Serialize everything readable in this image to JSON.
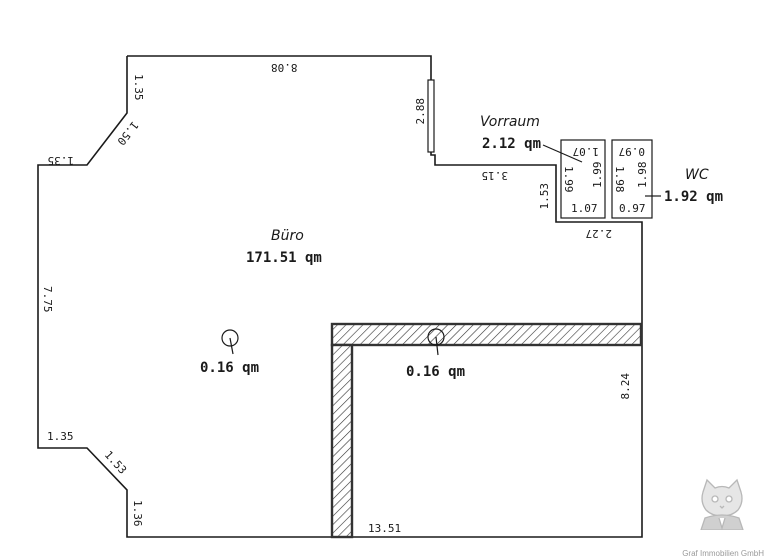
{
  "rooms": {
    "buero": {
      "name": "Büro",
      "area": "171.51 qm"
    },
    "vorraum": {
      "name": "Vorraum",
      "area": "2.12 qm"
    },
    "wc": {
      "name": "WC",
      "area": "1.92 qm"
    }
  },
  "columns": [
    {
      "area": "0.16 qm"
    },
    {
      "area": "0.16 qm"
    }
  ],
  "dimensions": {
    "top": "8.08",
    "upper_left_vertical": "1.35",
    "upper_left_diagonal": "1.50",
    "upper_left_horizontal": "1.35",
    "left": "7.75",
    "lower_left_horizontal": "1.35",
    "lower_left_diagonal": "1.53",
    "lower_left_vertical": "1.36",
    "bottom": "13.51",
    "right": "8.24",
    "window": "2.88",
    "vorraum_wall": "3.15",
    "step_vertical": "1.53",
    "under_rooms": "2.27",
    "vorraum_top": "1.07",
    "vorraum_left": "1.99",
    "vorraum_right": "1.99",
    "vorraum_bottom": "1.07",
    "wc_top": "0.97",
    "wc_left": "1.98",
    "wc_right": "1.98",
    "wc_bottom": "0.97"
  },
  "footer": {
    "company": "Graf Immobilien GmbH"
  }
}
